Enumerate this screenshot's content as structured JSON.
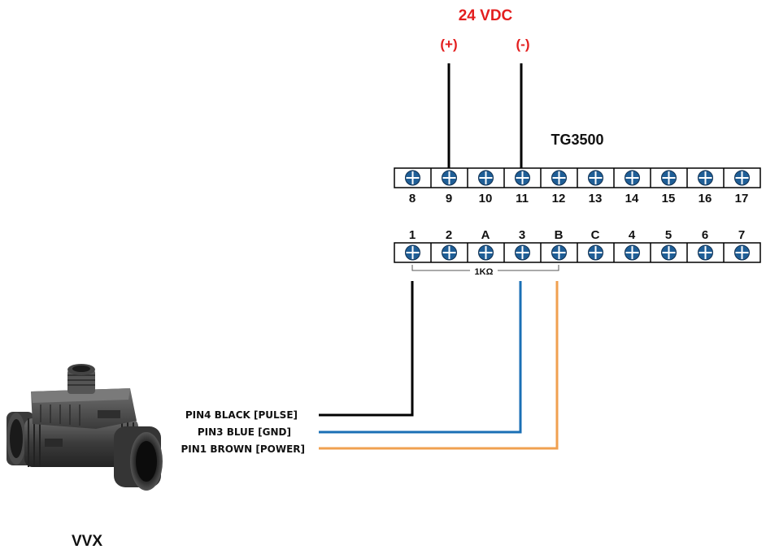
{
  "power": {
    "label": "24 VDC",
    "plus": "(+)",
    "minus": "(-)"
  },
  "controller": {
    "name": "TG3500",
    "top_row": [
      "8",
      "9",
      "10",
      "11",
      "12",
      "13",
      "14",
      "15",
      "16",
      "17"
    ],
    "bottom_row": [
      "1",
      "2",
      "A",
      "3",
      "B",
      "C",
      "4",
      "5",
      "6",
      "7"
    ],
    "resistor_label": "1KΩ"
  },
  "wires": [
    {
      "label": "PIN4 BLACK [PULSE]",
      "color": "#000000"
    },
    {
      "label": "PIN3 BLUE [GND]",
      "color": "#1a6fb5"
    },
    {
      "label": "PIN1 BROWN [POWER]",
      "color": "#f0a050"
    }
  ],
  "sensor": {
    "name": "VVX",
    "image": "flow-sensor-photo"
  },
  "colors": {
    "accent_red": "#e31e1e",
    "screw_blue": "#1f5e96",
    "black_wire": "#000000",
    "blue_wire": "#1a6fb5",
    "brown_wire": "#f0a050"
  }
}
